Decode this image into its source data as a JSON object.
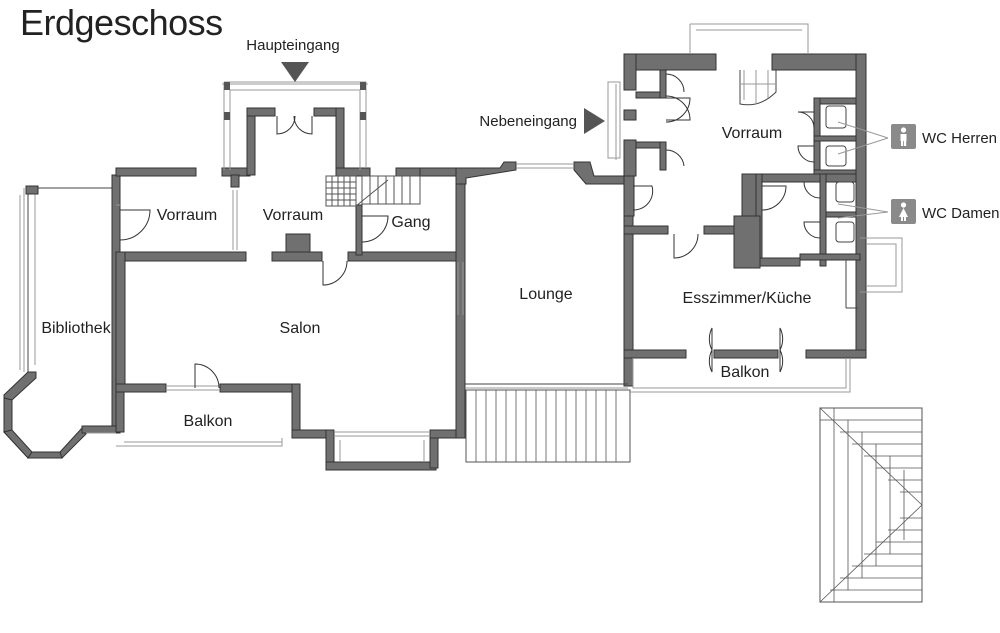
{
  "title": "Erdgeschoss",
  "entrances": {
    "main": "Haupteingang",
    "side": "Nebeneingang"
  },
  "rooms": {
    "bibliothek": "Bibliothek",
    "vorraum_left": "Vorraum",
    "vorraum_center": "Vorraum",
    "gang": "Gang",
    "salon": "Salon",
    "balkon_left": "Balkon",
    "lounge": "Lounge",
    "vorraum_right": "Vorraum",
    "esszimmer": "Esszimmer/Küche",
    "balkon_right": "Balkon"
  },
  "restrooms": {
    "men": "WC Herren",
    "women": "WC Damen",
    "men_icon": "man-icon",
    "women_icon": "woman-icon"
  },
  "colors": {
    "wall": "#707070",
    "icon_badge": "#8a8a8a"
  }
}
